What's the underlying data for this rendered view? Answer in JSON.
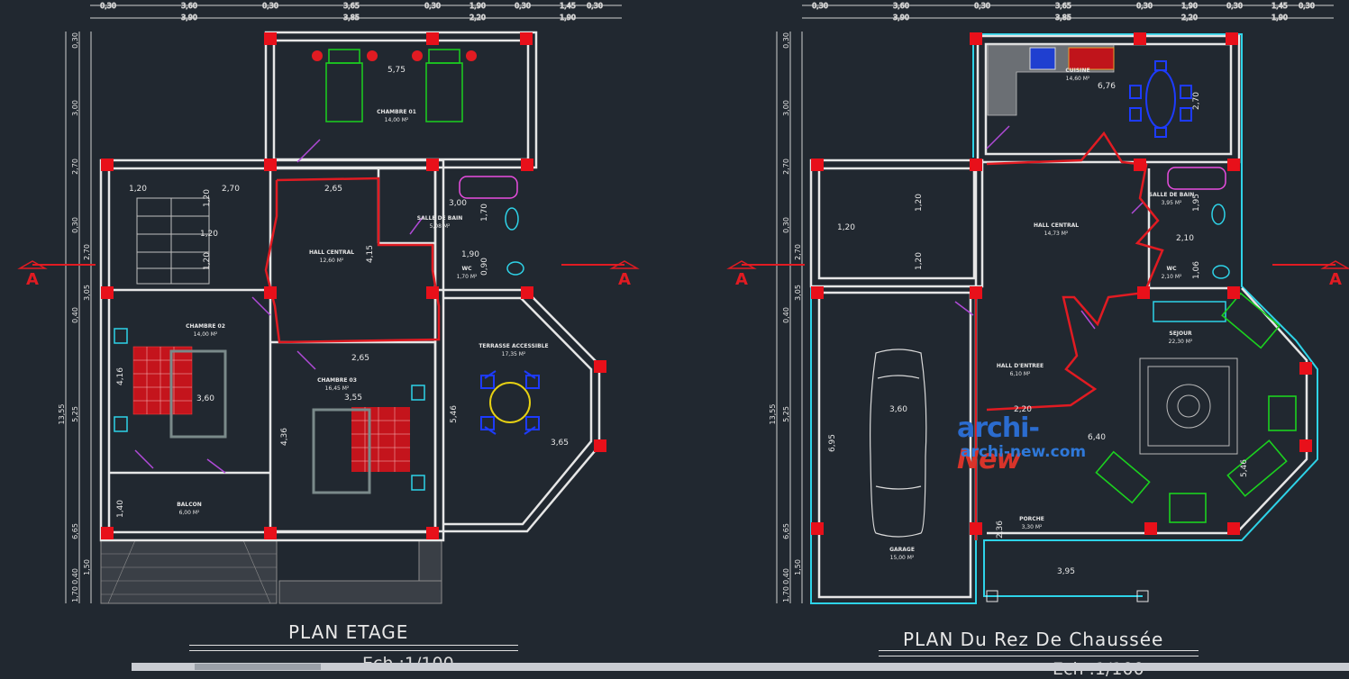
{
  "plans": {
    "left_title": "PLAN ETAGE",
    "right_title": "PLAN Du Rez De Chaussée",
    "left_scale": "Ech :1/100",
    "right_scale": "Ech :1/100"
  },
  "dims": {
    "top_row1": [
      "0,30",
      "3,60",
      "0,30",
      "3,65",
      "0,30",
      "1,90",
      "0,30",
      "1,45",
      "0,30"
    ],
    "top_row2": [
      "3,90",
      "3,85",
      "2,20",
      "1,90"
    ],
    "left_col": [
      "0,30",
      "3,00",
      "2,70",
      "0,30",
      "2,70",
      "3,05",
      "0,40",
      "13,55",
      "5,25",
      "6,65",
      "0,40",
      "1,70",
      "1,50"
    ],
    "etage_inner": [
      "5,75",
      "1,20",
      "2,70",
      "2,65",
      "3,00",
      "1,70",
      "1,90",
      "0,90",
      "4,15",
      "3,60",
      "3,55",
      "4,36",
      "5,46",
      "3,65",
      "1,20",
      "1,20",
      "1,20",
      "4,16",
      "1,40",
      "2,65"
    ],
    "rdc_inner": [
      "6,76",
      "2,70",
      "1,20",
      "1,20",
      "1,20",
      "1,95",
      "2,10",
      "1,06",
      "2,20",
      "3,60",
      "6,40",
      "6,95",
      "5,46",
      "2,36",
      "3,95"
    ]
  },
  "section_marks": [
    "A",
    "A",
    "A",
    "A"
  ],
  "rooms_etage": [
    {
      "name": "CHAMBRE 01",
      "area": "14,00 M²"
    },
    {
      "name": "HALL CENTRAL",
      "area": "12,60 M²"
    },
    {
      "name": "SALLE DE BAIN",
      "area": "5,08 M²"
    },
    {
      "name": "WC",
      "area": "1,70 M²"
    },
    {
      "name": "CHAMBRE 02",
      "area": "14,00 M²"
    },
    {
      "name": "CHAMBRE 03",
      "area": "16,45 M²"
    },
    {
      "name": "TERRASSE ACCESSIBLE",
      "area": "17,35 M²"
    },
    {
      "name": "BALCON",
      "area": "6,00 M²"
    }
  ],
  "rooms_rdc": [
    {
      "name": "CUISINE",
      "area": "14,60 M²"
    },
    {
      "name": "HALL CENTRAL",
      "area": "14,73 M²"
    },
    {
      "name": "SALLE DE BAIN",
      "area": "3,95 M²"
    },
    {
      "name": "WC",
      "area": "2,10 M²"
    },
    {
      "name": "SEJOUR",
      "area": "22,30 M²"
    },
    {
      "name": "HALL D'ENTREE",
      "area": "6,10 M²"
    },
    {
      "name": "GARAGE",
      "area": "15,00 M²"
    },
    {
      "name": "PORCHE",
      "area": "3,30 M²"
    }
  ],
  "watermark": {
    "brand": "archi-",
    "brand2": "New",
    "site": "archi-new.com"
  },
  "colors": {
    "background": "#212830",
    "walls": "#e6e6e6",
    "columns": "#e8101a",
    "outline": "#2ed3e8",
    "furniture": "#19c81d",
    "tiles": "#d11622"
  }
}
